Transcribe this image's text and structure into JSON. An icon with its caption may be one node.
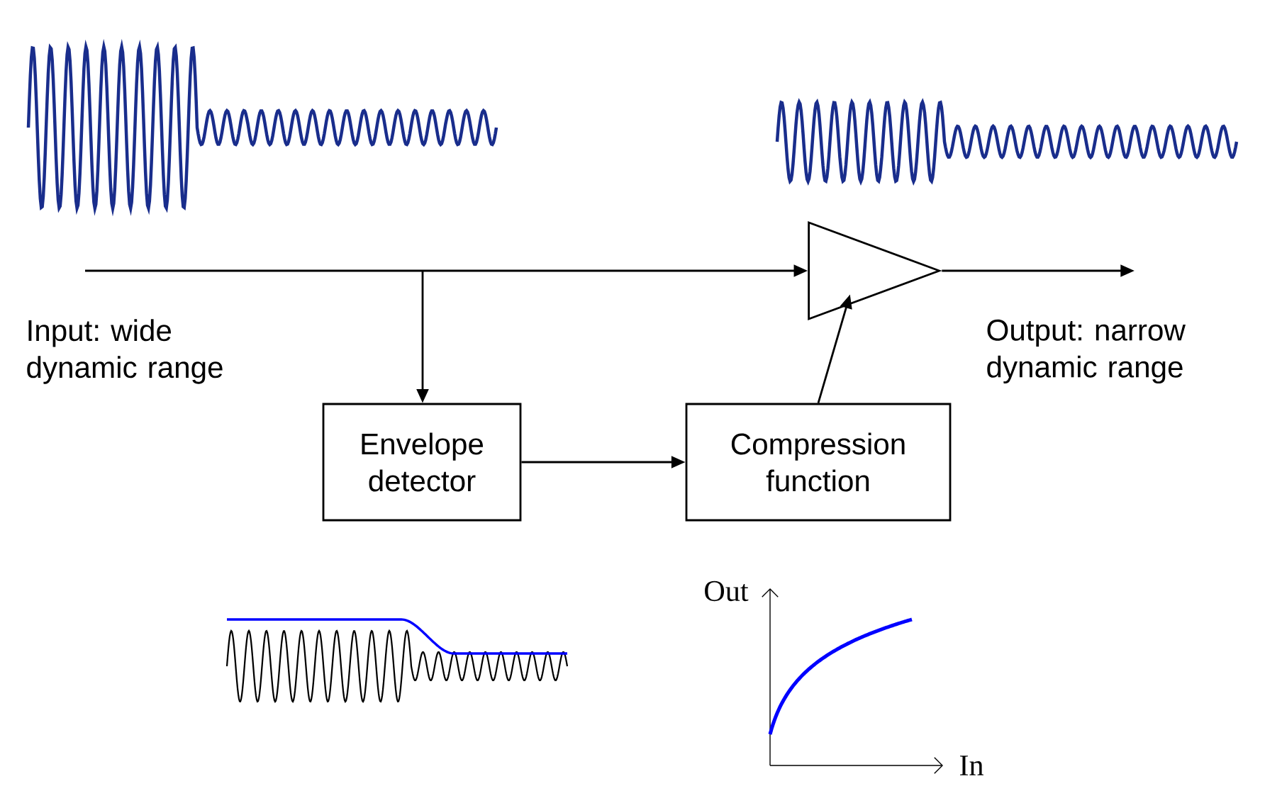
{
  "diagram": {
    "nodes": [
      {
        "text": [],
        "shape": "triangle"
      },
      {
        "text": [
          "Envelope detector"
        ]
      },
      {
        "text": [
          "Compression function"
        ]
      }
    ],
    "edges": [
      {
        "from": null,
        "to": 0,
        "arrow": "to"
      },
      {
        "from": null,
        "to": 1,
        "arrow": "to"
      },
      {
        "from": 0,
        "to": null,
        "arrow": "to"
      },
      {
        "from": 1,
        "to": 2,
        "arrow": "to"
      },
      {
        "from": 2,
        "to": 0,
        "arrow": "to"
      }
    ],
    "labels": [
      "Input: wide dynamic range",
      "Output: narrow dynamic range",
      "Out",
      "In"
    ]
  }
}
